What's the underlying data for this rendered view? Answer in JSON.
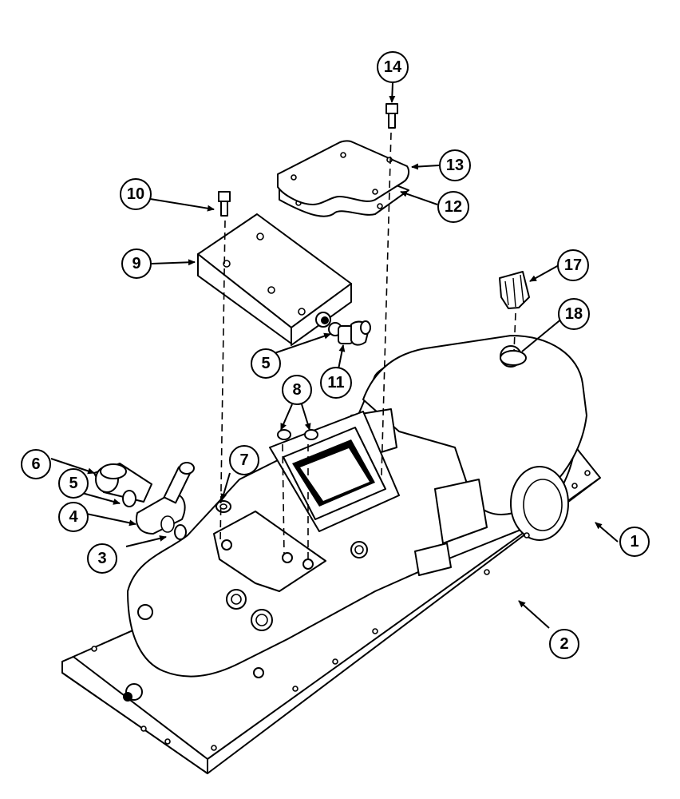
{
  "callouts": [
    {
      "id": "c1",
      "label": "1"
    },
    {
      "id": "c2",
      "label": "2"
    },
    {
      "id": "c3",
      "label": "3"
    },
    {
      "id": "c4",
      "label": "4"
    },
    {
      "id": "c5a",
      "label": "5"
    },
    {
      "id": "c5b",
      "label": "5"
    },
    {
      "id": "c6",
      "label": "6"
    },
    {
      "id": "c7",
      "label": "7"
    },
    {
      "id": "c8",
      "label": "8"
    },
    {
      "id": "c9",
      "label": "9"
    },
    {
      "id": "c10",
      "label": "10"
    },
    {
      "id": "c11",
      "label": "11"
    },
    {
      "id": "c12",
      "label": "12"
    },
    {
      "id": "c13",
      "label": "13"
    },
    {
      "id": "c14",
      "label": "14"
    },
    {
      "id": "c17",
      "label": "17"
    },
    {
      "id": "c18",
      "label": "18"
    }
  ]
}
